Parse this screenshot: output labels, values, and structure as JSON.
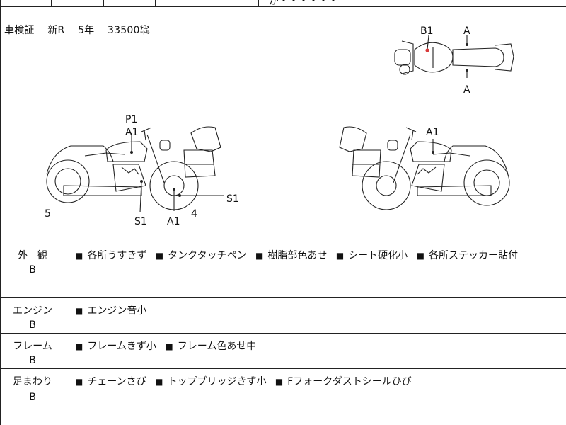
{
  "top_fragment": "が・・・・・・",
  "registration": {
    "label": "車検証",
    "status": "新R",
    "years": "5年",
    "mileage": "33500㌖"
  },
  "diagram_labels": {
    "top": {
      "b1": "B1",
      "a_top": "A",
      "a_bottom": "A"
    },
    "left": {
      "p1": "P1",
      "a1_upper": "A1",
      "s1_right": "S1",
      "n5": "5",
      "s1_lower": "S1",
      "a1_lower": "A1",
      "n4": "4"
    },
    "right": {
      "a1": "A1"
    }
  },
  "colors": {
    "line": "#222222",
    "marker_red": "#d83a3a"
  },
  "condition": [
    {
      "title": "外　観",
      "grade": "B",
      "notes": [
        "各所うすきず",
        "タンクタッチペン",
        "樹脂部色あせ",
        "シート硬化小",
        "各所ステッカー貼付"
      ]
    },
    {
      "title": "エンジン",
      "grade": "B",
      "notes": [
        "エンジン音小"
      ]
    },
    {
      "title": "フレーム",
      "grade": "B",
      "notes": [
        "フレームきず小",
        "フレーム色あせ中"
      ]
    },
    {
      "title": "足まわり",
      "grade": "B",
      "notes": [
        "チェーンさび",
        "トップブリッジきず小",
        "Fフォークダストシールひび"
      ]
    }
  ]
}
